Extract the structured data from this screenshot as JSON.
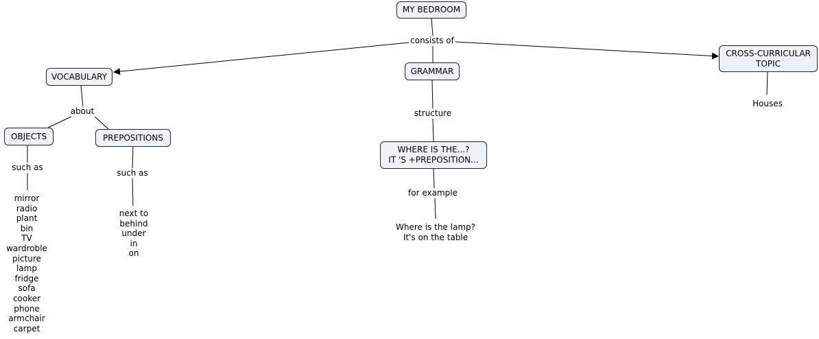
{
  "concepts": {
    "root": "MY BEDROOM",
    "vocabulary": "VOCABULARY",
    "grammar": "GRAMMAR",
    "cross_curricular": [
      "CROSS-CURRICULAR",
      "TOPIC"
    ],
    "objects": "OBJECTS",
    "prepositions": "PREPOSITIONS",
    "structure_box": [
      "WHERE IS THE...?",
      "IT 'S +PREPOSITION..."
    ]
  },
  "linking_phrases": {
    "consists_of": "consists of",
    "about": "about",
    "structure": "structure",
    "objects_such_as": "such as",
    "prepositions_such_as": "such as",
    "for_example": "for example"
  },
  "leaf_texts": {
    "houses": "Houses",
    "example_sentence": [
      "Where is the lamp?",
      "It's on the table"
    ],
    "object_items": [
      "mirror",
      "radio",
      "plant",
      "bin",
      "TV",
      "wardroble",
      "picture",
      "lamp",
      "fridge",
      "sofa",
      "cooker",
      "phone",
      "armchair",
      "carpet"
    ],
    "preposition_items": [
      "next to",
      "behind",
      "under",
      "in",
      "on"
    ]
  },
  "colors": {
    "node_fill": "#eef2f5",
    "node_border": "#222222",
    "line": "#000000"
  }
}
